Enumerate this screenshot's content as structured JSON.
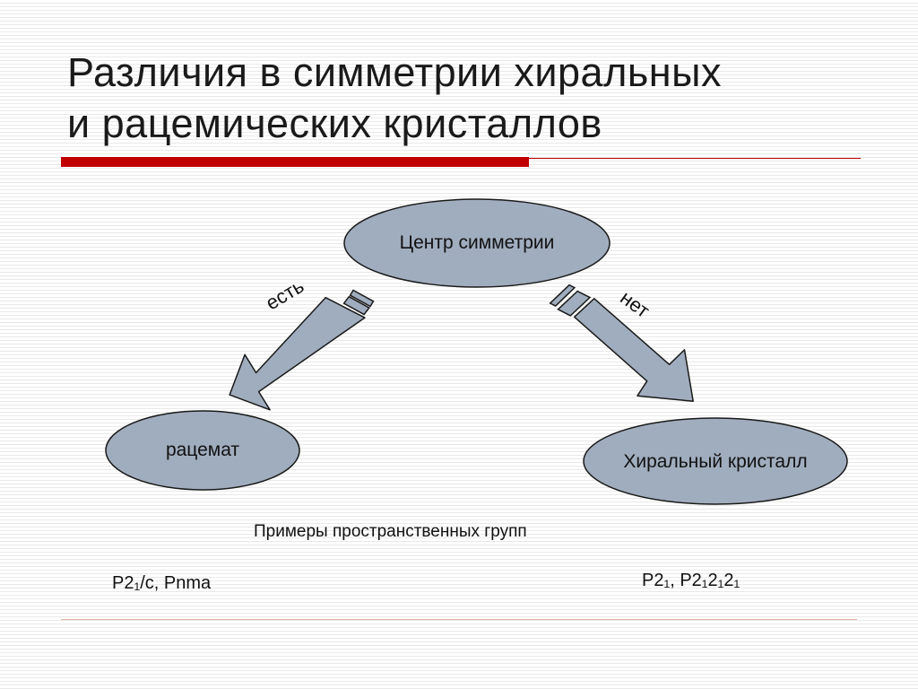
{
  "slide": {
    "title_line1": "Различия в симметрии хиральных",
    "title_line2": "и рацемических кристаллов"
  },
  "diagram": {
    "center_node": "Центр симметрии",
    "left_node": "рацемат",
    "right_node": "Хиральный кристалл",
    "left_edge_label": "есть",
    "right_edge_label": "нет"
  },
  "examples": {
    "caption": "Примеры пространственных групп",
    "left": "P2₁/c, Pnma",
    "right": "P2₁, P2₁2₁2₁"
  },
  "colors": {
    "accent_red": "#c00000",
    "node_fill": "#a0adbe",
    "node_stroke": "#1a1a1a"
  }
}
